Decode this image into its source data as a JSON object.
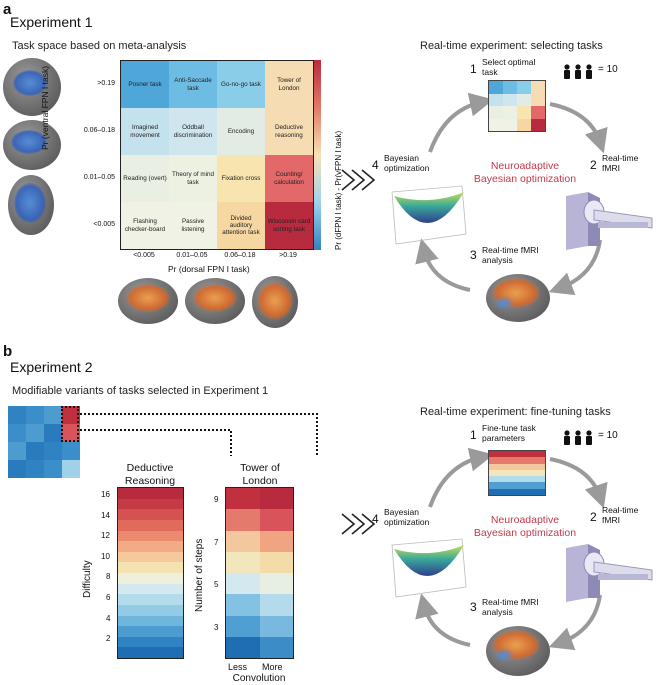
{
  "panel_a": {
    "letter": "a",
    "title": "Experiment 1",
    "subtitle": "Task space based on meta-analysis",
    "y_axis_title": "Pr (ventral FPN I task)",
    "x_axis_title": "Pr (dorsal FPN I task)",
    "colorbar_title": "Pr (dFPN I task) - Pr(vFPN I task)",
    "row_labels": [
      ">0.19",
      "0.06–0.18",
      "0.01–0.05",
      "<0.005"
    ],
    "col_labels": [
      "<0.005",
      "0.01–0.05",
      "0.06–0.18",
      ">0.19"
    ],
    "cells": [
      [
        "Posner task",
        "Anti-Saccade task",
        "Go-no-go task",
        "Tower of London"
      ],
      [
        "Imagined movement",
        "Oddball discrimination",
        "Encoding",
        "Deductive reasoning"
      ],
      [
        "Reading (overt)",
        "Theory of mind task",
        "Fixation cross",
        "Counting/ calculation"
      ],
      [
        "Flashing checker-board",
        "Passive listening",
        "Divided auditory attention task",
        "Wisconsin card sorting task"
      ]
    ],
    "cell_colors": [
      [
        "#4ea6d9",
        "#6cbce3",
        "#8acde8",
        "#f6dcb2"
      ],
      [
        "#c3e2ee",
        "#cfe6ee",
        "#e3ece4",
        "#f6dcb2"
      ],
      [
        "#e9f0e3",
        "#edf1e2",
        "#f7e4ae",
        "#e3686a"
      ],
      [
        "#eff2e4",
        "#eff2e4",
        "#f6d6a1",
        "#b82b3e"
      ]
    ],
    "realtime_title": "Real-time experiment: selecting tasks",
    "participants": "= 10",
    "center_label": "Neuroadaptive Bayesian optimization",
    "steps": [
      {
        "num": "1",
        "label": "Select optimal task"
      },
      {
        "num": "2",
        "label": "Real-time fMRI"
      },
      {
        "num": "3",
        "label": "Real-time fMRI analysis"
      },
      {
        "num": "4",
        "label": "Bayesian optimization"
      }
    ]
  },
  "panel_b": {
    "letter": "b",
    "title": "Experiment 2",
    "subtitle": "Modifiable variants of tasks selected in Experiment 1",
    "deductive_title": "Deductive Reasoning",
    "tower_title": "Tower of London",
    "difficulty_label": "Difficulty",
    "steps_label": "Number of steps",
    "convolution_label": "Convolution",
    "difficulty_ticks": [
      "16",
      "14",
      "12",
      "10",
      "8",
      "6",
      "4",
      "2"
    ],
    "steps_ticks": [
      "9",
      "7",
      "5",
      "3"
    ],
    "convolution_ticks": [
      "Less",
      "More"
    ],
    "deductive_colors": [
      "#b82b3e",
      "#c63a46",
      "#d45350",
      "#e06a5c",
      "#eb8a6e",
      "#f3ab86",
      "#f6c99c",
      "#f5e2b1",
      "#eef0dc",
      "#d3e8ef",
      "#b4dbec",
      "#93cbe6",
      "#6fb6dd",
      "#4c9cd0",
      "#2f83c2",
      "#1f6db3"
    ],
    "tower_colors": [
      [
        "#c0303f",
        "#b82b3e"
      ],
      [
        "#e47a6c",
        "#d9535a"
      ],
      [
        "#f4c89e",
        "#f0a481"
      ],
      [
        "#f2e6bd",
        "#f4dca8"
      ],
      [
        "#d4e8ef",
        "#e6efe2"
      ],
      [
        "#84c2e3",
        "#b4dbec"
      ],
      [
        "#4f9fd2",
        "#7ab9df"
      ],
      [
        "#1f6db3",
        "#3c8cc8"
      ]
    ],
    "realtime_title": "Real-time experiment: fine-tuning tasks",
    "participants": "= 10",
    "center_label": "Neuroadaptive Bayesian optimization",
    "steps": [
      {
        "num": "1",
        "label": "Fine-tune task parameters"
      },
      {
        "num": "2",
        "label": "Real-time fMRI"
      },
      {
        "num": "3",
        "label": "Real-time fMRI analysis"
      },
      {
        "num": "4",
        "label": "Bayesian optimization"
      }
    ]
  }
}
